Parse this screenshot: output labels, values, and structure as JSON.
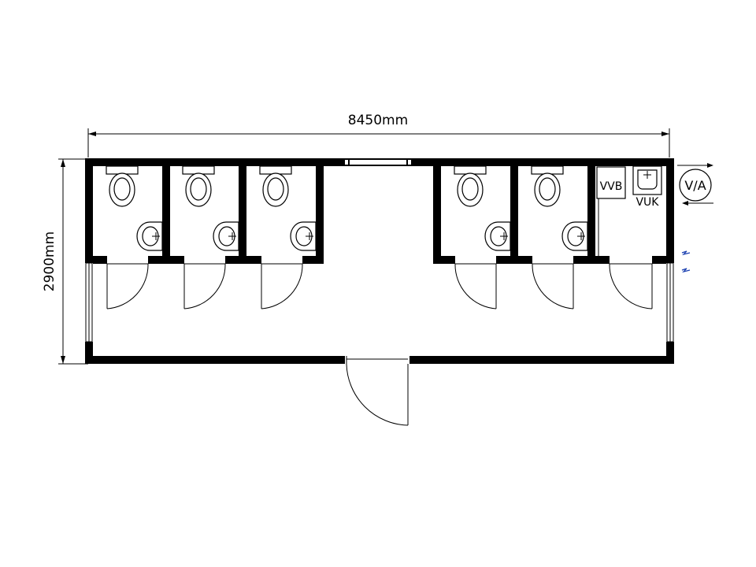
{
  "dimensions": {
    "width_label": "8450mm",
    "height_label": "2900mm"
  },
  "labels": {
    "water_heater": "VVB",
    "utility_sink": "VUK",
    "ventilation": "V/A"
  },
  "counts": {
    "toilet_cubicles": 5,
    "doors_internal": 6,
    "doors_external": 1
  }
}
